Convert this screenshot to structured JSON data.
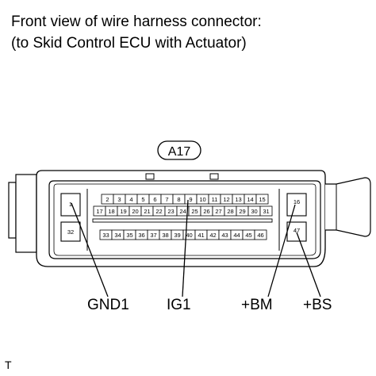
{
  "title_line1": "Front view of wire harness connector:",
  "title_line2": "(to Skid Control ECU with Actuator)",
  "connector_id": "A17",
  "pins": {
    "row1": [
      "2",
      "3",
      "4",
      "5",
      "6",
      "7",
      "8",
      "9",
      "10",
      "11",
      "12",
      "13",
      "14",
      "15"
    ],
    "row2": [
      "17",
      "18",
      "19",
      "20",
      "21",
      "22",
      "23",
      "24",
      "25",
      "26",
      "27",
      "28",
      "29",
      "30",
      "31"
    ],
    "row3": [
      "33",
      "34",
      "35",
      "36",
      "37",
      "38",
      "39",
      "40",
      "41",
      "42",
      "43",
      "44",
      "45",
      "46"
    ],
    "left_top": "1",
    "left_bottom": "32",
    "right_top": "16",
    "right_bottom": "47"
  },
  "callouts": {
    "gnd1": "GND1",
    "ig1": "IG1",
    "bm": "+BM",
    "bs": "+BS"
  },
  "footer": "T"
}
